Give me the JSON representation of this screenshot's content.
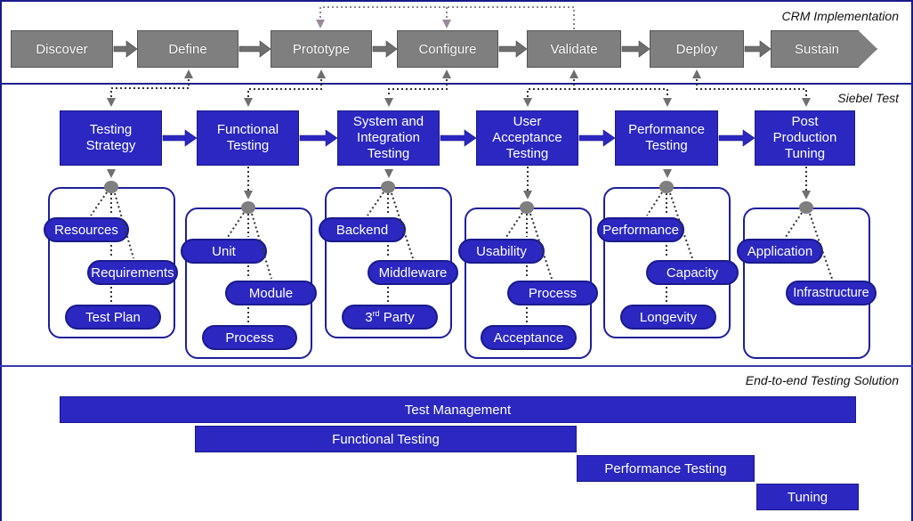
{
  "sections": {
    "crm": "CRM Implementation",
    "siebel": "Siebel Test",
    "e2e": "End-to-end Testing Solution"
  },
  "crm_phases": [
    "Discover",
    "Define",
    "Prototype",
    "Configure",
    "Validate",
    "Deploy",
    "Sustain"
  ],
  "test_steps": [
    {
      "label": "Testing Strategy",
      "items": [
        "Resources",
        "Requirements",
        "Test Plan"
      ]
    },
    {
      "label": "Functional Testing",
      "items": [
        "Unit",
        "Module",
        "Process"
      ]
    },
    {
      "label": "System and Integration Testing",
      "items": [
        "Backend",
        "Middleware",
        "3rd Party"
      ]
    },
    {
      "label": "User Acceptance Testing",
      "items": [
        "Usability",
        "Process",
        "Acceptance"
      ]
    },
    {
      "label": "Performance Testing",
      "items": [
        "Performance",
        "Capacity",
        "Longevity"
      ]
    },
    {
      "label": "Post Production Tuning",
      "items": [
        "Application",
        "Infrastructure"
      ]
    }
  ],
  "solution_bars": [
    "Test Management",
    "Functional Testing",
    "Performance Testing",
    "Tuning"
  ],
  "colors": {
    "phase_gray": "#7f7f7f",
    "step_blue": "#2b27c0",
    "border_navy": "#1a1a8c"
  }
}
